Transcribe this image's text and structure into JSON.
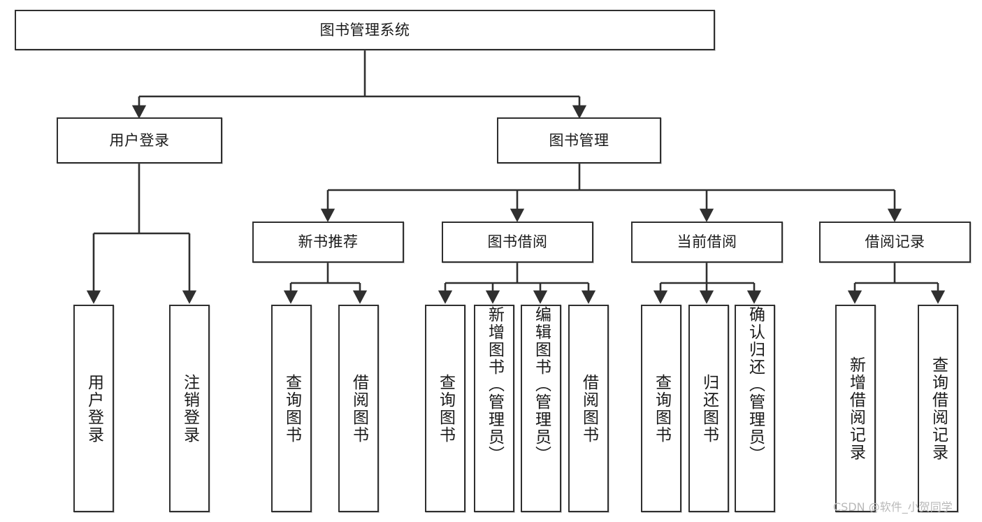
{
  "diagram": {
    "title": "图书管理系统",
    "type": "tree-hierarchy",
    "watermark": "CSDN @软件_小贺同学",
    "colors": {
      "stroke": "#2f2f2f",
      "fill": "#ffffff",
      "text": "#1a1a1a",
      "watermark": "#b9b9b9"
    },
    "levels": {
      "root": {
        "label": "图书管理系统"
      },
      "level1": [
        {
          "label": "用户登录"
        },
        {
          "label": "图书管理"
        }
      ],
      "level2": [
        {
          "label": "新书推荐"
        },
        {
          "label": "图书借阅"
        },
        {
          "label": "当前借阅"
        },
        {
          "label": "借阅记录"
        }
      ],
      "level3": [
        {
          "label": "用户登录"
        },
        {
          "label": "注销登录"
        },
        {
          "label": "查询图书"
        },
        {
          "label": "借阅图书"
        },
        {
          "label": "查询图书"
        },
        {
          "label": "新增图书（管理员）"
        },
        {
          "label": "编辑图书（管理员）"
        },
        {
          "label": "借阅图书"
        },
        {
          "label": "查询图书"
        },
        {
          "label": "归还图书"
        },
        {
          "label": "确认归还（管理员）"
        },
        {
          "label": "新增借阅记录"
        },
        {
          "label": "查询借阅记录"
        }
      ]
    }
  }
}
